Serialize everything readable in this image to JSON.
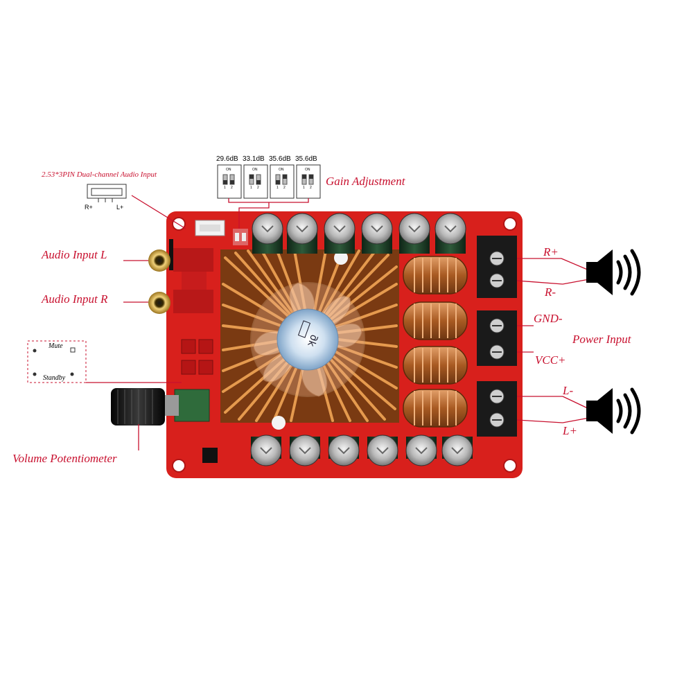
{
  "header_pin_label": "2.53*3PIN Dual-channel Audio Input",
  "header_pins": [
    "R+",
    "L+"
  ],
  "gain": {
    "title": "Gain Adjustment",
    "switch_on_label": "ON",
    "switch_numbers": [
      "1",
      "2"
    ],
    "settings": [
      "29.6dB",
      "33.1dB",
      "35.6dB",
      "35.6dB"
    ]
  },
  "audio_input_l": "Audio Input L",
  "audio_input_r": "Audio Input R",
  "mute_label": "Mute",
  "standby_label": "Standby",
  "volume_label": "Volume Potentiometer",
  "outputs": {
    "r_plus": "R+",
    "r_minus": "R-",
    "gnd_minus": "GND-",
    "vcc_plus": "VCC+",
    "l_minus": "L-",
    "l_plus": "L+"
  },
  "power_input": "Power Input",
  "colors": {
    "label_red": "#c8102e",
    "board_red": "#d8201c",
    "heatsink_copper": "#d98a42",
    "coil_copper": "#b8682c",
    "capacitor_green": "#1f3b26",
    "terminal_black": "#1a1a1a"
  },
  "icons": [
    "speaker-right-icon",
    "speaker-left-icon",
    "cooling-fan-icon",
    "volume-knob-icon"
  ]
}
